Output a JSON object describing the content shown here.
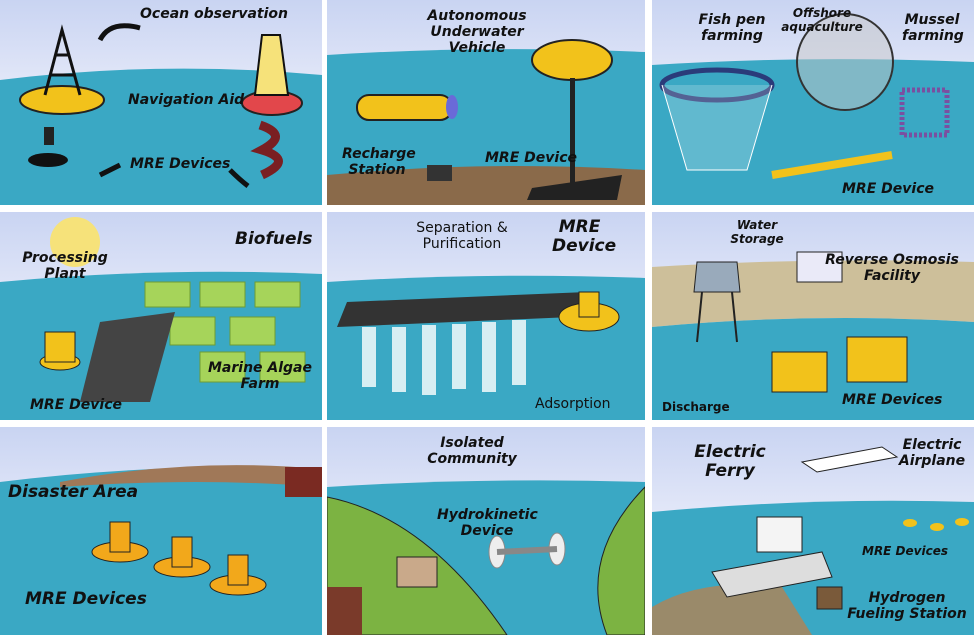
{
  "panels": [
    {
      "id": "ocean-observation",
      "labels": {
        "a": "Ocean observation",
        "b": "Navigation Aid",
        "c": "MRE Devices"
      }
    },
    {
      "id": "auv",
      "labels": {
        "a": "Autonomous Underwater Vehicle",
        "b": "Recharge Station",
        "c": "MRE Device"
      }
    },
    {
      "id": "aquaculture",
      "labels": {
        "a": "Fish pen farming",
        "b": "Offshore aquaculture",
        "c": "Mussel farming",
        "d": "MRE Device"
      }
    },
    {
      "id": "biofuels",
      "labels": {
        "a": "Biofuels",
        "b": "Processing Plant",
        "c": "MRE Device",
        "d": "Marine Algae Farm"
      }
    },
    {
      "id": "minerals",
      "labels": {
        "a": "Separation & Purification",
        "b": "MRE Device",
        "c": "Adsorption"
      }
    },
    {
      "id": "desalination",
      "labels": {
        "a": "Water Storage",
        "b": "Reverse Osmosis Facility",
        "c": "Discharge",
        "d": "MRE Devices"
      }
    },
    {
      "id": "disaster",
      "labels": {
        "a": "Disaster Area",
        "b": "MRE Devices"
      }
    },
    {
      "id": "community",
      "labels": {
        "a": "Isolated Community",
        "b": "Hydrokinetic Device"
      }
    },
    {
      "id": "transport",
      "labels": {
        "a": "Electric Ferry",
        "b": "Electric Airplane",
        "c": "MRE Devices",
        "d": "Hydrogen Fueling Station"
      }
    }
  ],
  "colors": {
    "sea": "#3aa8c4",
    "device": "#f2c21b",
    "sand": "#cdbf9a",
    "grass": "#7cb342"
  }
}
